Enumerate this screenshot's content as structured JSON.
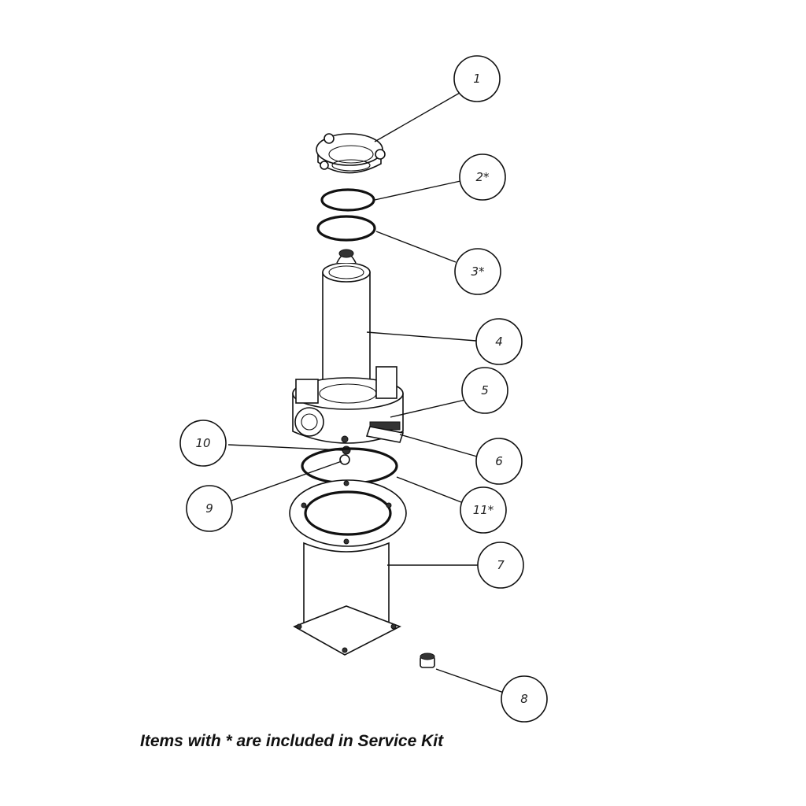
{
  "callouts": [
    {
      "id": "1",
      "label": "1"
    },
    {
      "id": "2",
      "label": "2*"
    },
    {
      "id": "3",
      "label": "3*"
    },
    {
      "id": "4",
      "label": "4"
    },
    {
      "id": "5",
      "label": "5"
    },
    {
      "id": "6",
      "label": "6"
    },
    {
      "id": "7",
      "label": "7"
    },
    {
      "id": "8",
      "label": "8"
    },
    {
      "id": "9",
      "label": "9"
    },
    {
      "id": "10",
      "label": "10"
    },
    {
      "id": "11",
      "label": "11*"
    }
  ],
  "note": "Items with * are included in Service Kit"
}
